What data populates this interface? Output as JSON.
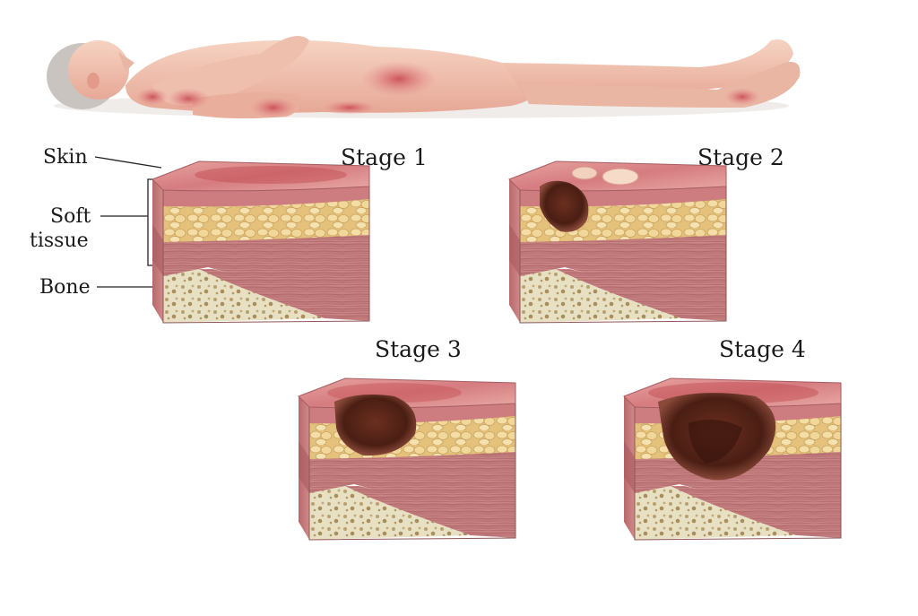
{
  "labels": {
    "skin": "Skin",
    "soft_tissue_line1": "Soft",
    "soft_tissue_line2": "tissue",
    "bone": "Bone"
  },
  "stages": [
    {
      "title": "Stage 1"
    },
    {
      "title": "Stage 2"
    },
    {
      "title": "Stage 3"
    },
    {
      "title": "Stage 4"
    }
  ],
  "colors": {
    "skin_surface": "#d98a8a",
    "skin_redness": "#c24a50",
    "fat": "#ecd28e",
    "fat_lobule": "#f5e2ad",
    "muscle": "#c47b7b",
    "muscle_dark": "#a55a5e",
    "bone": "#e6ddbf",
    "wound": "#5a2a1c"
  }
}
